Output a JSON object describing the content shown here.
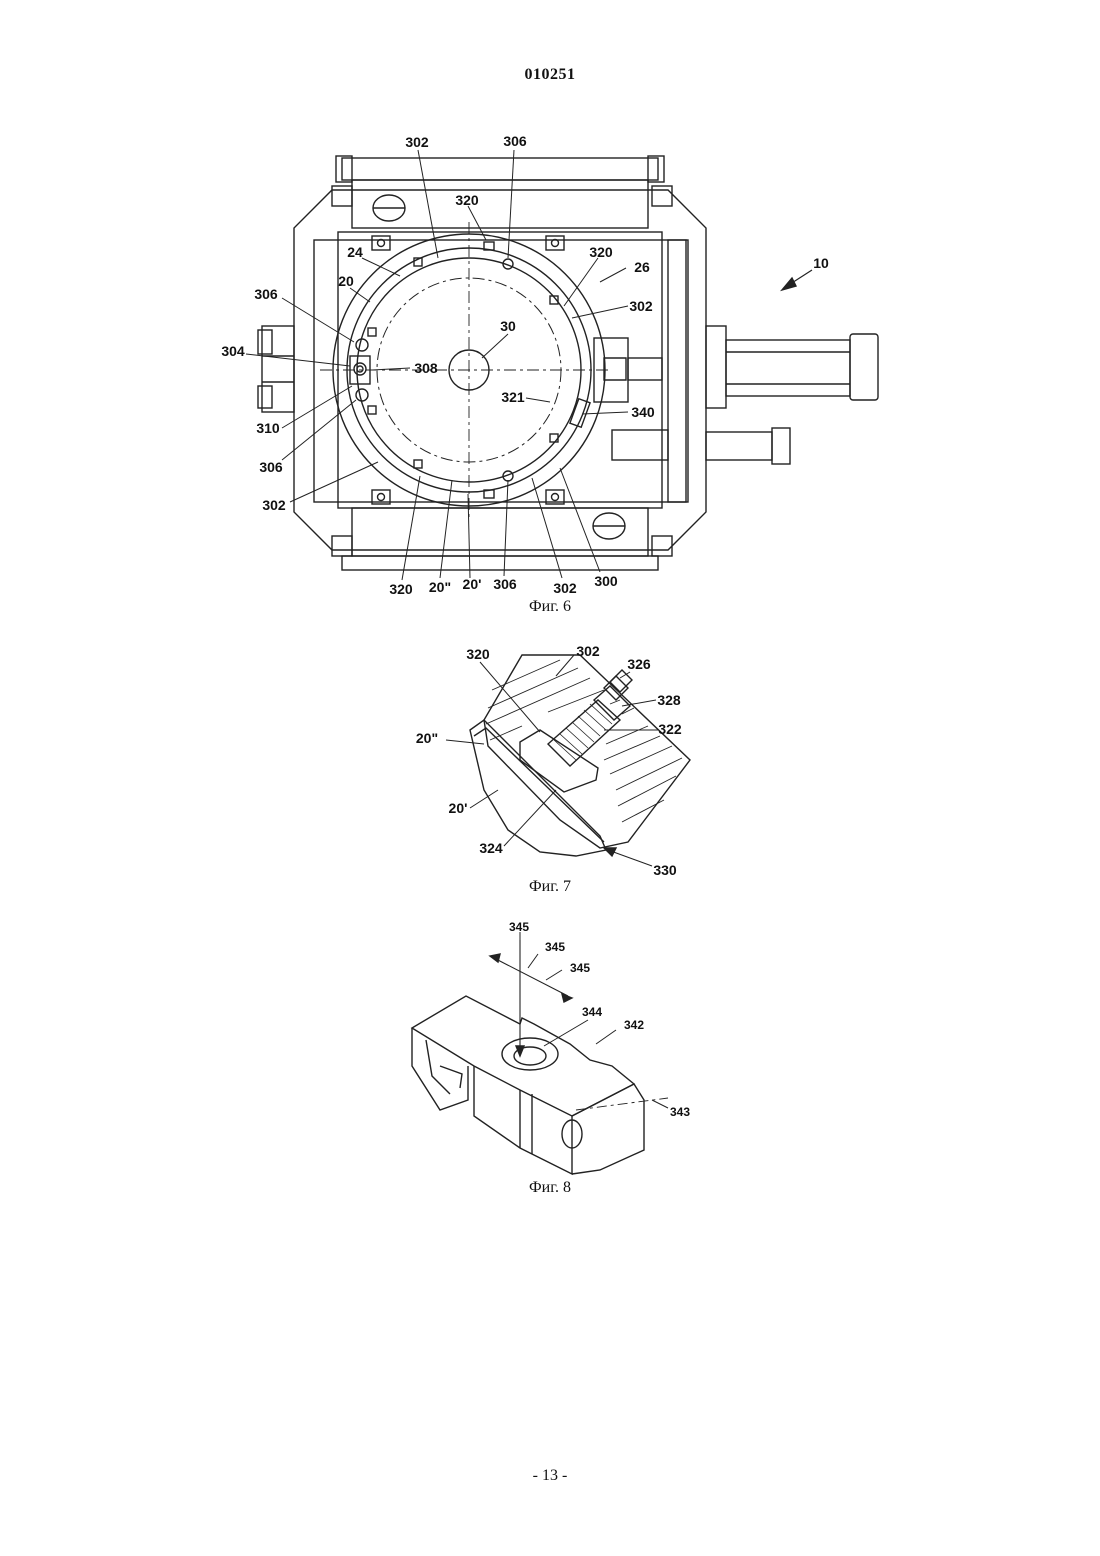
{
  "header": {
    "doc_number": "010251"
  },
  "figures": [
    {
      "caption": "Фиг. 6",
      "labels": [
        "302",
        "306",
        "320",
        "24",
        "20",
        "320",
        "26",
        "10",
        "302",
        "306",
        "30",
        "304",
        "308",
        "321",
        "340",
        "310",
        "306",
        "302",
        "320",
        "20\"",
        "20'",
        "306",
        "302",
        "300"
      ]
    },
    {
      "caption": "Фиг. 7",
      "labels": [
        "320",
        "302",
        "326",
        "328",
        "322",
        "20\"",
        "20'",
        "324",
        "330"
      ]
    },
    {
      "caption": "Фиг. 8",
      "labels": [
        "345",
        "345",
        "345",
        "344",
        "342",
        "343"
      ]
    }
  ],
  "footer": {
    "page": "- 13 -"
  }
}
